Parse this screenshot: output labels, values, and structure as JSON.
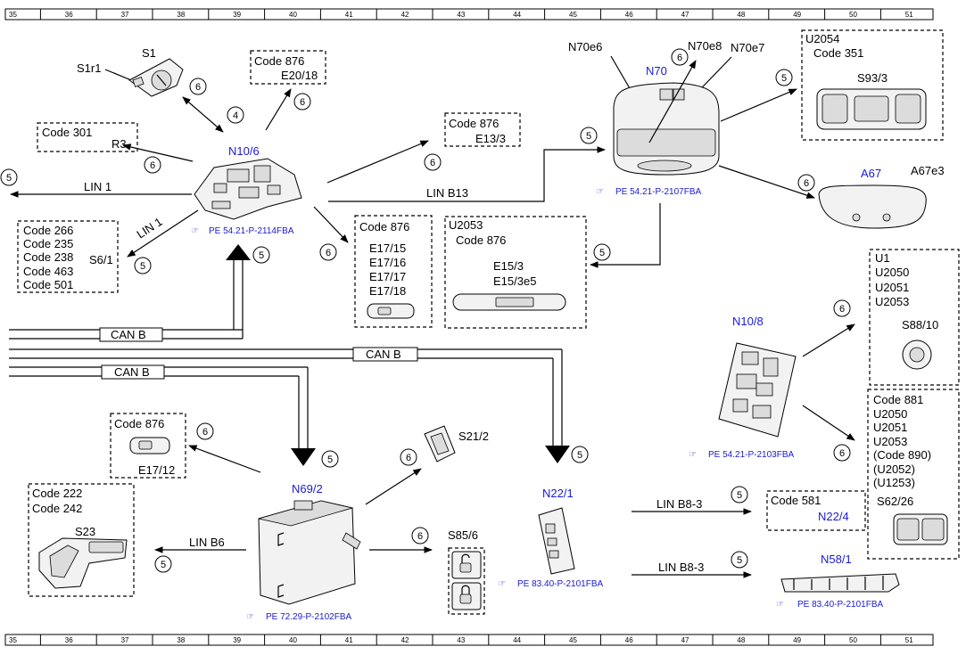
{
  "grid": {
    "columns": [
      "35",
      "36",
      "37",
      "38",
      "39",
      "40",
      "41",
      "42",
      "43",
      "44",
      "45",
      "46",
      "47",
      "48",
      "49",
      "50",
      "51"
    ]
  },
  "components": {
    "s1": {
      "name": "S1",
      "sub": "S1r1"
    },
    "n10_6": {
      "name": "N10/6",
      "ref": "PE 54.21-P-2114FBA"
    },
    "n70": {
      "name": "N70",
      "sub1": "N70e6",
      "sub2": "N70e8",
      "sub3": "N70e7",
      "ref": "PE 54.21-P-2107FBA"
    },
    "a67": {
      "name": "A67",
      "sub": "A67e3"
    },
    "n10_8": {
      "name": "N10/8",
      "ref": "PE 54.21-P-2103FBA"
    },
    "n69_2": {
      "name": "N69/2",
      "ref": "PE 72.29-P-2102FBA"
    },
    "n22_1": {
      "name": "N22/1",
      "ref": "PE 83.40-P-2101FBA"
    },
    "n58_1": {
      "name": "N58/1",
      "ref": "PE 83.40-P-2101FBA"
    },
    "s21_2": {
      "name": "S21/2"
    },
    "s85_6": {
      "name": "S85/6"
    },
    "s23": {
      "name": "S23"
    }
  },
  "boxes": {
    "e20": {
      "line1": "Code 876",
      "line2": "E20/18"
    },
    "r3": {
      "line1": "Code 301",
      "line2": "R3"
    },
    "e13": {
      "line1": "Code 876",
      "line2": "E13/3"
    },
    "u2054": {
      "line1": "U2054",
      "line2": "Code 351",
      "line3": "S93/3"
    },
    "s6": {
      "codes": [
        "Code 266",
        "Code 235",
        "Code 238",
        "Code 463",
        "Code 501"
      ],
      "label": "S6/1"
    },
    "e17": {
      "line1": "Code 876",
      "items": [
        "E17/15",
        "E17/16",
        "E17/17",
        "E17/18"
      ]
    },
    "u2053": {
      "line1": "U2053",
      "line2": "Code 876",
      "line3": "E15/3",
      "line4": "E15/3e5"
    },
    "u1": {
      "items": [
        "U1",
        "U2050",
        "U2051",
        "U2053"
      ],
      "label": "S88/10"
    },
    "c881": {
      "items": [
        "Code 881",
        "U2050",
        "U2051",
        "U2053",
        "(Code 890)",
        "(U2052)",
        "(U1253)"
      ],
      "label": "S62/26"
    },
    "e17_12": {
      "line1": "Code 876",
      "line2": "E17/12"
    },
    "c222": {
      "line1": "Code 222",
      "line2": "Code 242",
      "label": "S23"
    },
    "c581": {
      "line1": "Code 581",
      "line2": "N22/4"
    }
  },
  "buses": {
    "lin1": "LIN 1",
    "lin1b": "LIN 1",
    "linb13": "LIN B13",
    "canb1": "CAN B",
    "canb2": "CAN B",
    "canb3": "CAN B",
    "linb6": "LIN B6",
    "linb8a": "LIN B8-3",
    "linb8b": "LIN B8-3"
  },
  "markers": {
    "four": "4",
    "five": "5",
    "six": "6"
  },
  "colors": {
    "accent": "#1a1ad6",
    "line": "#000000"
  }
}
